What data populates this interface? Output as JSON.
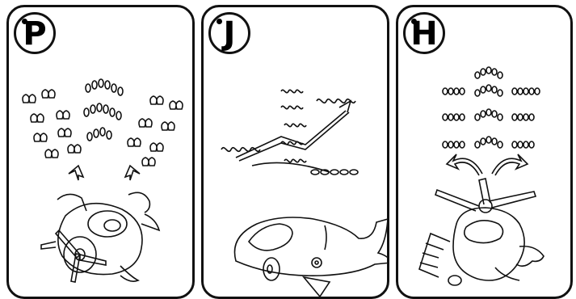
{
  "panels": [
    {
      "id": "p",
      "letter": "P",
      "description_name": "propeller-plane"
    },
    {
      "id": "j",
      "letter": "J",
      "description_name": "jet-plane"
    },
    {
      "id": "h",
      "letter": "H",
      "description_name": "helicopter"
    }
  ],
  "colors": {
    "ink": "#111111",
    "paper": "#ffffff"
  }
}
